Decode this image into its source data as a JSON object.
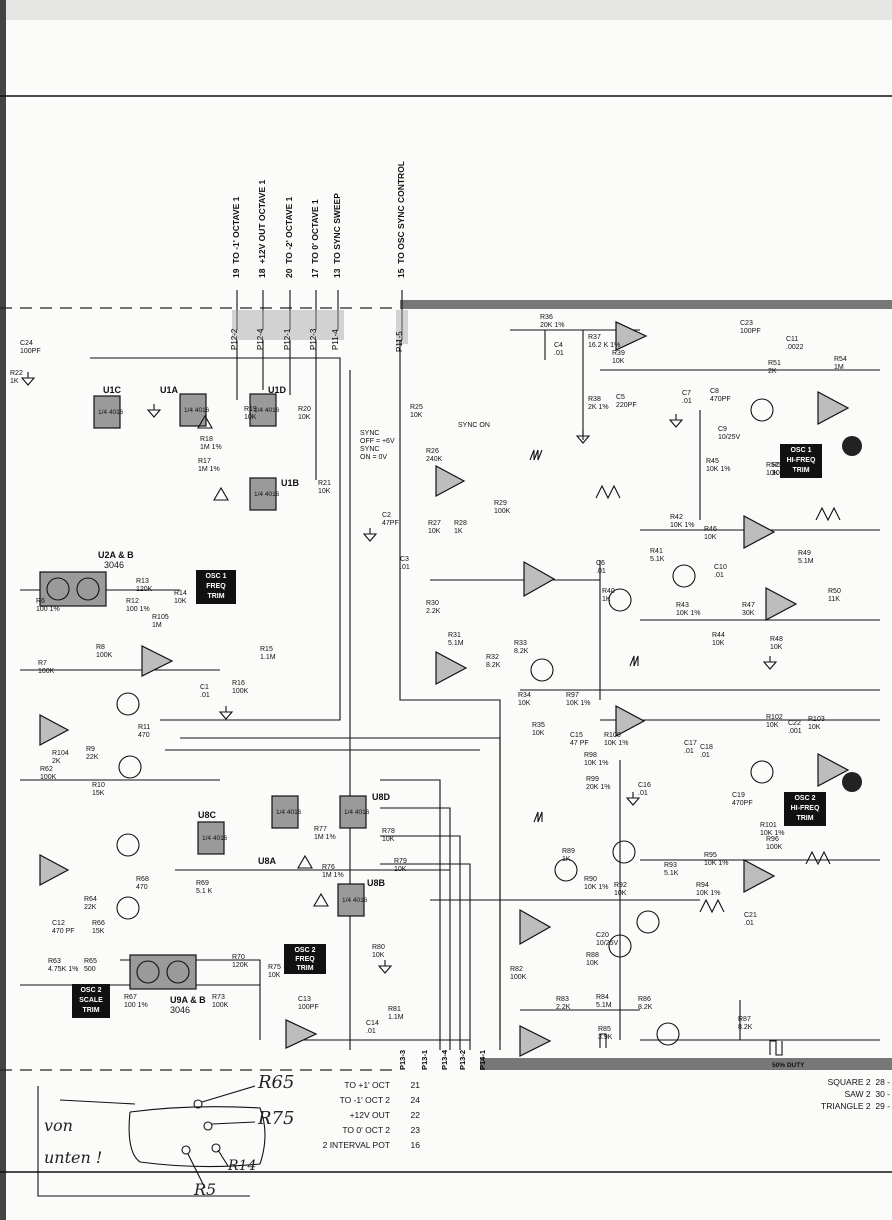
{
  "top_connectors": [
    {
      "pin": "19",
      "label": "TO -1' OCTAVE 1",
      "plug": "P12-2"
    },
    {
      "pin": "18",
      "label": "+12V OUT OCTAVE 1",
      "plug": "P12-4"
    },
    {
      "pin": "20",
      "label": "TO -2' OCTAVE 1",
      "plug": "P12-1"
    },
    {
      "pin": "17",
      "label": "TO 0' OCTAVE 1",
      "plug": "P12-3"
    },
    {
      "pin": "13",
      "label": "TO SYNC SWEEP",
      "plug": "P11-4"
    },
    {
      "pin": "15",
      "label": "TO OSC SYNC CONTROL",
      "plug": "P11-5"
    }
  ],
  "bottom_connectors": [
    {
      "label": "TO +1' OCT",
      "pin": "21"
    },
    {
      "label": "TO -1' OCT 2",
      "pin": "24"
    },
    {
      "label": "+12V OUT",
      "pin": "22"
    },
    {
      "label": "TO 0' OCT 2",
      "pin": "23"
    },
    {
      "label": "2 INTERVAL POT",
      "pin": "16"
    }
  ],
  "bottom_plugs": [
    "P13-3",
    "P13-1",
    "P13-4",
    "P13-2",
    "P14-1"
  ],
  "right_outputs": [
    {
      "label": "SQUARE 2",
      "pin": "28 -"
    },
    {
      "label": "SAW 2",
      "pin": "30 -"
    },
    {
      "label": "TRIANGLE 2",
      "pin": "29 -"
    }
  ],
  "trim_boxes": [
    {
      "lines": [
        "OSC 1",
        "FREQ",
        "TRIM"
      ]
    },
    {
      "lines": [
        "OSC 1",
        "HI-FREQ",
        "TRIM"
      ]
    },
    {
      "lines": [
        "OSC 2",
        "FREQ",
        "TRIM"
      ]
    },
    {
      "lines": [
        "OSC 2",
        "HI-FREQ",
        "TRIM"
      ]
    },
    {
      "lines": [
        "OSC 2",
        "SCALE",
        "TRIM"
      ]
    }
  ],
  "ics": [
    {
      "name": "U1C",
      "type": "1/4 4016"
    },
    {
      "name": "U1A",
      "type": "1/4 4016"
    },
    {
      "name": "U1D",
      "type": "1/4 4016"
    },
    {
      "name": "U1B",
      "type": "1/4 4016"
    },
    {
      "name": "U8C",
      "type": "1/4 4016"
    },
    {
      "name": "U8A",
      "type": "1/4 4016"
    },
    {
      "name": "U8D",
      "type": "1/4 4016"
    },
    {
      "name": "U8B",
      "type": "1/4 4016"
    },
    {
      "name": "U2A & B",
      "type": "3046"
    },
    {
      "name": "U9A & B",
      "type": "3046"
    }
  ],
  "components": [
    {
      "ref": "R22",
      "value": "1K"
    },
    {
      "ref": "R6",
      "value": "100 1%"
    },
    {
      "ref": "R7",
      "value": "100K"
    },
    {
      "ref": "R8",
      "value": "100K"
    },
    {
      "ref": "R9",
      "value": "22K"
    },
    {
      "ref": "R10",
      "value": "15K"
    },
    {
      "ref": "R11",
      "value": "470"
    },
    {
      "ref": "R12",
      "value": "100 1%"
    },
    {
      "ref": "R13",
      "value": "120K"
    },
    {
      "ref": "R14",
      "value": "10K"
    },
    {
      "ref": "R15",
      "value": "1.1M"
    },
    {
      "ref": "R16",
      "value": "100K"
    },
    {
      "ref": "R17",
      "value": "1M 1%"
    },
    {
      "ref": "R18",
      "value": "1M 1%"
    },
    {
      "ref": "R19",
      "value": "10K"
    },
    {
      "ref": "R20",
      "value": "10K"
    },
    {
      "ref": "R21",
      "value": "10K"
    },
    {
      "ref": "R25",
      "value": "10K"
    },
    {
      "ref": "R26",
      "value": "240K"
    },
    {
      "ref": "R27",
      "value": "10K"
    },
    {
      "ref": "R28",
      "value": "1K"
    },
    {
      "ref": "R29",
      "value": "100K"
    },
    {
      "ref": "R30",
      "value": "2.2K"
    },
    {
      "ref": "R31",
      "value": "5.1M"
    },
    {
      "ref": "R32",
      "value": "8.2K"
    },
    {
      "ref": "R33",
      "value": "8.2K"
    },
    {
      "ref": "R34",
      "value": "10K"
    },
    {
      "ref": "R35",
      "value": "10K"
    },
    {
      "ref": "R36",
      "value": "20K 1%"
    },
    {
      "ref": "R37",
      "value": "16.2 K 1%"
    },
    {
      "ref": "R38",
      "value": "2K 1%"
    },
    {
      "ref": "R39",
      "value": "10K"
    },
    {
      "ref": "R40",
      "value": "1K"
    },
    {
      "ref": "R41",
      "value": "5.1K"
    },
    {
      "ref": "R42",
      "value": "10K 1%"
    },
    {
      "ref": "R43",
      "value": "10K 1%"
    },
    {
      "ref": "R44",
      "value": "10K"
    },
    {
      "ref": "R45",
      "value": "10K 1%"
    },
    {
      "ref": "R46",
      "value": "10K"
    },
    {
      "ref": "R47",
      "value": "30K"
    },
    {
      "ref": "R48",
      "value": "10K"
    },
    {
      "ref": "R49",
      "value": "5.1M"
    },
    {
      "ref": "R50",
      "value": "11K"
    },
    {
      "ref": "R51",
      "value": "2K"
    },
    {
      "ref": "R52",
      "value": "10K"
    },
    {
      "ref": "R53",
      "value": "10K 1%"
    },
    {
      "ref": "R54",
      "value": "1M"
    },
    {
      "ref": "R62",
      "value": "100K"
    },
    {
      "ref": "R63",
      "value": "4.75K 1%"
    },
    {
      "ref": "R64",
      "value": "22K"
    },
    {
      "ref": "R65",
      "value": "500"
    },
    {
      "ref": "R66",
      "value": "15K"
    },
    {
      "ref": "R67",
      "value": "100 1%"
    },
    {
      "ref": "R68",
      "value": "470"
    },
    {
      "ref": "R69",
      "value": "5.1 K"
    },
    {
      "ref": "R70",
      "value": "120K"
    },
    {
      "ref": "R73",
      "value": "100K"
    },
    {
      "ref": "R75",
      "value": "10K"
    },
    {
      "ref": "R76",
      "value": "1M 1%"
    },
    {
      "ref": "R77",
      "value": "1M 1%"
    },
    {
      "ref": "R78",
      "value": "10K"
    },
    {
      "ref": "R79",
      "value": "10K"
    },
    {
      "ref": "R80",
      "value": "10K"
    },
    {
      "ref": "R81",
      "value": "1.1M"
    },
    {
      "ref": "R82",
      "value": "100K"
    },
    {
      "ref": "R83",
      "value": "2.2K"
    },
    {
      "ref": "R84",
      "value": "5.1M"
    },
    {
      "ref": "R85",
      "value": "3.9K"
    },
    {
      "ref": "R86",
      "value": "8.2K"
    },
    {
      "ref": "R87",
      "value": "8.2K"
    },
    {
      "ref": "R88",
      "value": "10K"
    },
    {
      "ref": "R89",
      "value": "1K"
    },
    {
      "ref": "R90",
      "value": "10K 1%"
    },
    {
      "ref": "R92",
      "value": "10K"
    },
    {
      "ref": "R93",
      "value": "5.1K"
    },
    {
      "ref": "R94",
      "value": "10K 1%"
    },
    {
      "ref": "R95",
      "value": "10K 1%"
    },
    {
      "ref": "R96",
      "value": "100K"
    },
    {
      "ref": "R97",
      "value": "10K 1%"
    },
    {
      "ref": "R98",
      "value": "10K 1%"
    },
    {
      "ref": "R99",
      "value": "20K 1%"
    },
    {
      "ref": "R100",
      "value": "10K 1%"
    },
    {
      "ref": "R101",
      "value": "10K 1%"
    },
    {
      "ref": "R102",
      "value": "10K"
    },
    {
      "ref": "R103",
      "value": "10K"
    },
    {
      "ref": "R104",
      "value": "2K"
    },
    {
      "ref": "R105",
      "value": "1M"
    },
    {
      "ref": "C1",
      "value": ".01"
    },
    {
      "ref": "C2",
      "value": "47PF"
    },
    {
      "ref": "C3",
      "value": ".01"
    },
    {
      "ref": "C4",
      "value": ".01"
    },
    {
      "ref": "C5",
      "value": "220PF"
    },
    {
      "ref": "C6",
      "value": ".01"
    },
    {
      "ref": "C7",
      "value": ".01"
    },
    {
      "ref": "C8",
      "value": "470PF"
    },
    {
      "ref": "C9",
      "value": "10/25V"
    },
    {
      "ref": "C10",
      "value": ".01"
    },
    {
      "ref": "C11",
      "value": ".0022"
    },
    {
      "ref": "C12",
      "value": "470 PF"
    },
    {
      "ref": "C13",
      "value": "100PF"
    },
    {
      "ref": "C14",
      "value": ".01"
    },
    {
      "ref": "C15",
      "value": "47 PF"
    },
    {
      "ref": "C16",
      "value": ".01"
    },
    {
      "ref": "C17",
      "value": ".01"
    },
    {
      "ref": "C18",
      "value": ".01"
    },
    {
      "ref": "C19",
      "value": "470PF"
    },
    {
      "ref": "C20",
      "value": "10/25V"
    },
    {
      "ref": "C21",
      "value": ".01"
    },
    {
      "ref": "C22",
      "value": ".001"
    },
    {
      "ref": "C23",
      "value": "100PF"
    },
    {
      "ref": "C24",
      "value": "100PF"
    }
  ],
  "sync_note": [
    "SYNC",
    "OFF = +6V",
    "SYNC",
    "ON = 0V"
  ],
  "sync_on_label": "SYNC ON",
  "duty_note": "50% DUTY",
  "handwritten_note": {
    "text_line1": "von",
    "text_line2": "unten !",
    "labels": [
      "R65",
      "R75",
      "R14",
      "R5"
    ]
  }
}
